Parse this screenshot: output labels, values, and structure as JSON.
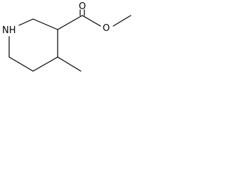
{
  "molecule": {
    "atoms": {
      "ring_nitrogen": "NH",
      "carbonyl_oxygen": "O",
      "ester_oxygen": "O"
    }
  },
  "colors": {
    "bond": "#000000",
    "label": "#000000",
    "background": "#ffffff"
  }
}
